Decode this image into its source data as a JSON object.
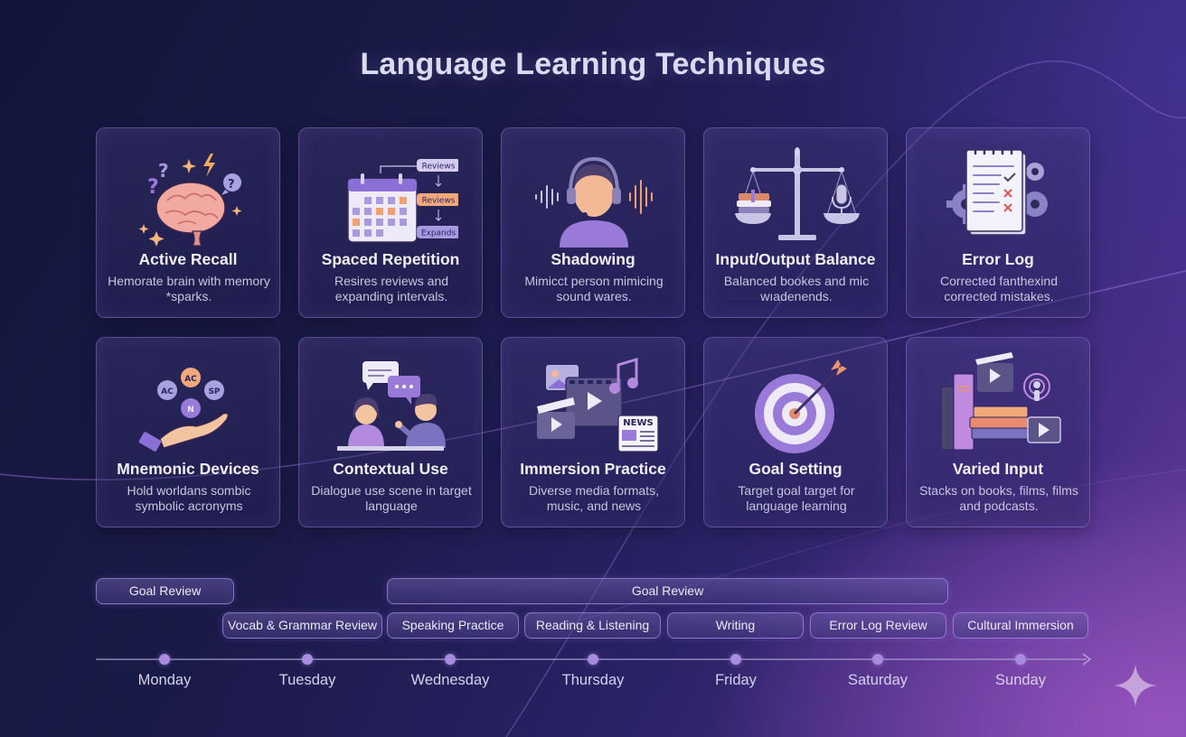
{
  "title": "Language Learning Techniques",
  "colors": {
    "background_dark": "#12163a",
    "background_accent": "#6a3f9e",
    "card_border": "#9682dc",
    "pill_border": "#aa91e6",
    "timeline_dot": "#a98ce0",
    "accent_orange": "#f0a070",
    "accent_purple": "#9a7ad8"
  },
  "cards": [
    {
      "title": "Active Recall",
      "description": "Hemorate brain with memory *sparks.",
      "icon": "brain-sparks-icon"
    },
    {
      "title": "Spaced Repetition",
      "description": "Resires reviews and expanding intervals.",
      "icon": "calendar-reviews-icon",
      "icon_labels": [
        "Reviews",
        "Reviews",
        "Expands"
      ]
    },
    {
      "title": "Shadowing",
      "description": "Mimicct person mimicing sound wares.",
      "icon": "headset-person-icon"
    },
    {
      "title": "Input/Output Balance",
      "description": "Balanced bookes and mic wıadenends.",
      "icon": "balance-scale-icon"
    },
    {
      "title": "Error Log",
      "description": "Corrected fanthexind corrected mistakes.",
      "icon": "notebook-gears-icon"
    },
    {
      "title": "Mnemonic Devices",
      "description": "Hold worldans sombic symbolic acronyms",
      "icon": "hand-acronyms-icon",
      "icon_labels": [
        "AC",
        "AC",
        "SP",
        "N"
      ]
    },
    {
      "title": "Contextual Use",
      "description": "Dialogue use scene in target language",
      "icon": "dialogue-scene-icon"
    },
    {
      "title": "Immersion Practice",
      "description": "Diverse media formats, music, and news",
      "icon": "media-formats-icon",
      "icon_labels": [
        "NEWS"
      ]
    },
    {
      "title": "Goal Setting",
      "description": "Target goal target for language learning",
      "icon": "target-arrow-icon"
    },
    {
      "title": "Varied Input",
      "description": "Stacks on books, films, films and podcasts.",
      "icon": "books-films-podcast-icon"
    }
  ],
  "timeline": {
    "days": [
      "Monday",
      "Tuesday",
      "Wednesday",
      "Thursday",
      "Friday",
      "Saturday",
      "Sunday"
    ],
    "row1": [
      {
        "label": "Goal Review",
        "span": "Monday"
      },
      {
        "label": "Goal Review",
        "span": "Wednesday–Saturday"
      }
    ],
    "row2": [
      {
        "label": "Vocab & Grammar Review",
        "day": "Tuesday"
      },
      {
        "label": "Speaking Practice",
        "day": "Wednesday"
      },
      {
        "label": "Reading & Listening",
        "day": "Thursday"
      },
      {
        "label": "Writing",
        "day": "Friday"
      },
      {
        "label": "Error Log Review",
        "day": "Saturday"
      },
      {
        "label": "Cultural Immersion",
        "day": "Sunday"
      }
    ]
  }
}
